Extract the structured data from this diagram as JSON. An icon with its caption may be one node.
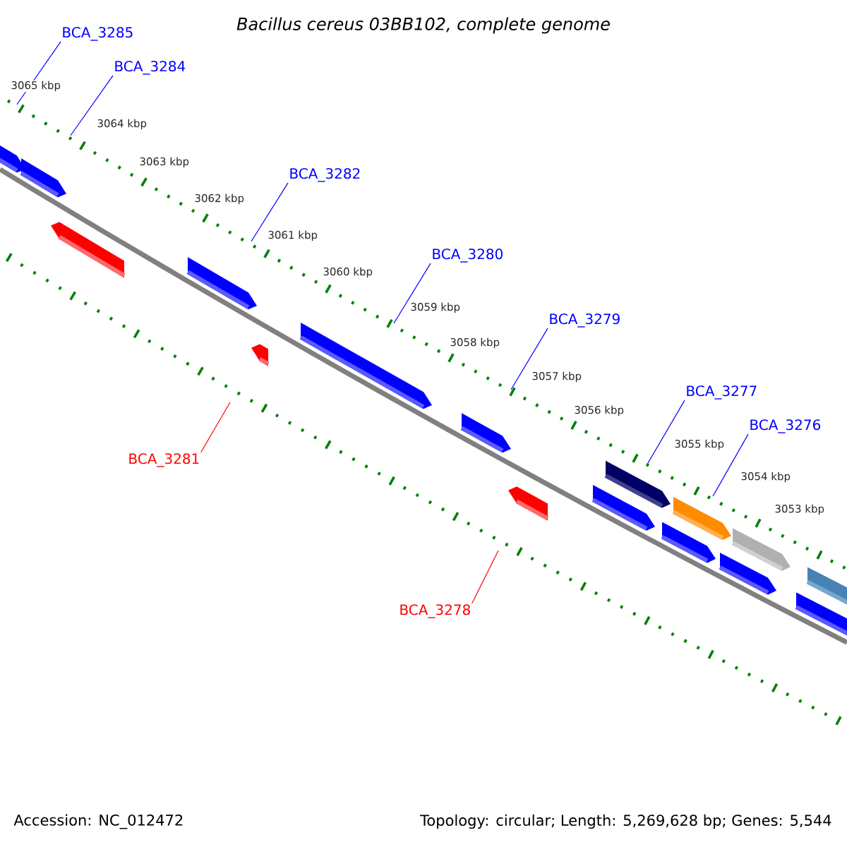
{
  "diagram": {
    "title": "Bacillus cereus 03BB102, complete genome",
    "nodes": [
      {
        "text": [
          "BCA_3285"
        ]
      },
      {
        "text": [
          "BCA_3284"
        ]
      },
      {
        "text": [
          "BCA_3282"
        ]
      },
      {
        "text": [
          "BCA_3280"
        ]
      },
      {
        "text": [
          "BCA_3279"
        ]
      },
      {
        "text": [
          "BCA_3277"
        ]
      },
      {
        "text": [
          "BCA_3276"
        ]
      },
      {
        "text": [
          "BCA_3281"
        ]
      },
      {
        "text": [
          "BCA_3278"
        ]
      }
    ],
    "edges": [
      {
        "from": 0,
        "to": null,
        "arrow": "none"
      },
      {
        "from": 1,
        "to": null,
        "arrow": "none"
      },
      {
        "from": 2,
        "to": null,
        "arrow": "none"
      },
      {
        "from": 3,
        "to": null,
        "arrow": "none"
      },
      {
        "from": 4,
        "to": null,
        "arrow": "none"
      },
      {
        "from": 5,
        "to": null,
        "arrow": "none"
      },
      {
        "from": 6,
        "to": null,
        "arrow": "none"
      },
      {
        "from": 7,
        "to": null,
        "arrow": "none",
        "color": "#ff0000"
      },
      {
        "from": 8,
        "to": null,
        "arrow": "none",
        "color": "#ff0000"
      }
    ],
    "labels": [
      "3065 kbp",
      "3064 kbp",
      "3063 kbp",
      "3062 kbp",
      "3061 kbp",
      "3060 kbp",
      "3059 kbp",
      "3058 kbp",
      "3057 kbp",
      "3056 kbp",
      "3055 kbp",
      "3054 kbp",
      "3053 kbp",
      "Accession: NC_012472",
      "Topology: circular; Length: 5,269,628 bp; Genes: 5,544"
    ]
  }
}
